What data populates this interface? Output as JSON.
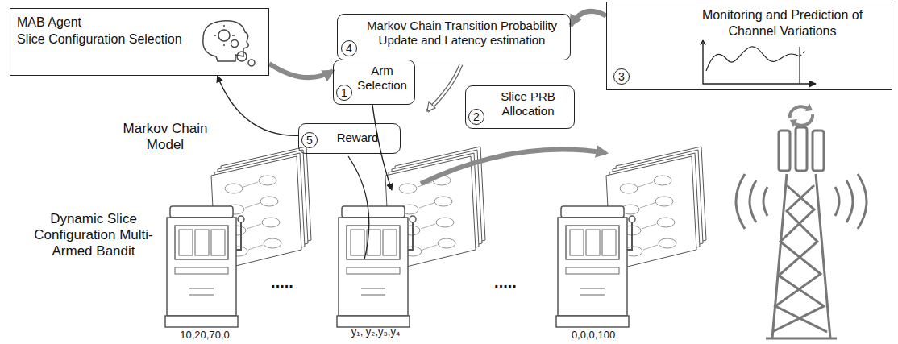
{
  "diagram": {
    "nodes": [
      {
        "text": [
          "MAB Agent",
          "Slice Configuration Selection"
        ]
      },
      {
        "text": [
          "Arm Selection"
        ]
      },
      {
        "text": [
          "1"
        ],
        "in": 1
      },
      {
        "text": [
          "Markov Chain Transition Probability Update and Latency estimation"
        ]
      },
      {
        "text": [
          "4"
        ],
        "in": 3
      },
      {
        "text": [
          "Monitoring and Prediction of Channel Variations"
        ]
      },
      {
        "text": [
          "3"
        ],
        "in": 5
      },
      {
        "text": [
          "Slice PRB Allocation"
        ]
      },
      {
        "text": [
          "2"
        ],
        "in": 7
      },
      {
        "text": [
          "Reward"
        ]
      },
      {
        "text": [
          "5"
        ],
        "in": 9
      }
    ],
    "edges": [
      {
        "from": 0,
        "to": 1,
        "arrow": "to"
      },
      {
        "from": 9,
        "to": 0,
        "arrow": "to"
      },
      {
        "from": 5,
        "to": 3,
        "arrow": "to"
      }
    ],
    "labels": [
      "Markov Chain Model",
      "Dynamic Slice Configuration Multi-Armed Bandit",
      "10,20,70,0",
      "y₁, y₂,y₃,y₄",
      "0,0,0,100",
      ".....",
      "....."
    ]
  }
}
